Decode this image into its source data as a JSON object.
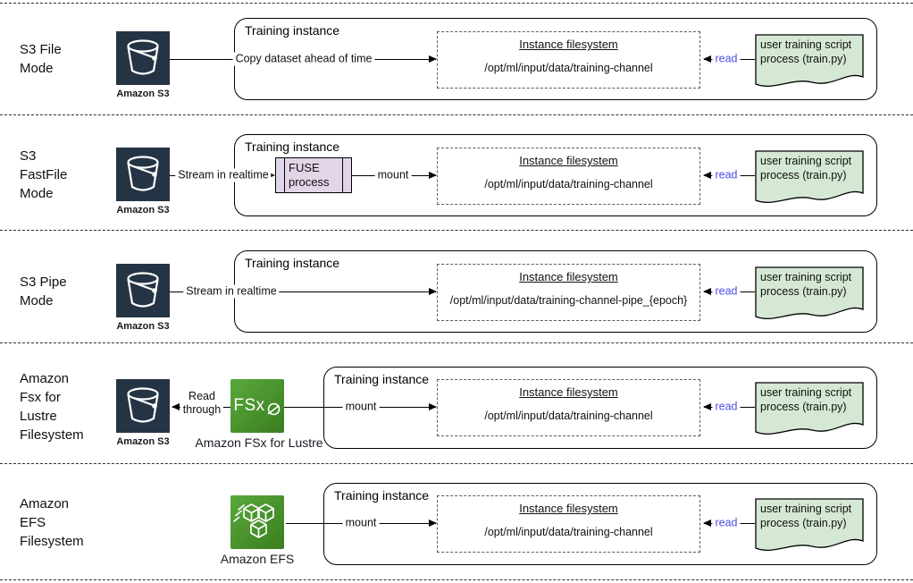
{
  "colors": {
    "s3_icon_bg": "#253444",
    "green_icon_start": "#5aa93c",
    "green_icon_end": "#3a7d20",
    "script_doc_fill": "#d5e8d4",
    "fuse_box_fill": "#e1d5e7",
    "read_label_text": "#4d4de8"
  },
  "rows": [
    {
      "label_lines": [
        "S3 File",
        "Mode"
      ],
      "s3_caption": "Amazon S3",
      "instance_title": "Training instance",
      "transfer_label": "Copy dataset ahead of time",
      "fs_title": "Instance filesystem",
      "fs_path": "/opt/ml/input/data/training-channel",
      "read_label": "read",
      "script_lines": [
        "user training script",
        "process (train.py)"
      ]
    },
    {
      "label_lines": [
        "S3",
        "FastFile",
        "Mode"
      ],
      "s3_caption": "Amazon S3",
      "instance_title": "Training instance",
      "transfer_label": "Stream in realtime",
      "fuse_lines": [
        "FUSE",
        "process"
      ],
      "mount_label": "mount",
      "fs_title": "Instance filesystem",
      "fs_path": "/opt/ml/input/data/training-channel",
      "read_label": "read",
      "script_lines": [
        "user training script",
        "process (train.py)"
      ]
    },
    {
      "label_lines": [
        "S3 Pipe",
        "Mode"
      ],
      "s3_caption": "Amazon S3",
      "instance_title": "Training instance",
      "transfer_label": "Stream in realtime",
      "fs_title": "Instance filesystem",
      "fs_path": "/opt/ml/input/data/training-channel-pipe_{epoch}",
      "read_label": "read",
      "script_lines": [
        "user training script",
        "process (train.py)"
      ]
    },
    {
      "label_lines": [
        "Amazon",
        "Fsx for",
        "Lustre",
        "Filesystem"
      ],
      "s3_caption": "Amazon S3",
      "read_through_lines": [
        "Read",
        "through"
      ],
      "fsx_icon_text": "FSx",
      "fsx_caption": "Amazon FSx for Lustre",
      "instance_title": "Training instance",
      "mount_label": "mount",
      "fs_title": "Instance filesystem",
      "fs_path": "/opt/ml/input/data/training-channel",
      "read_label": "read",
      "script_lines": [
        "user training script",
        "process (train.py)"
      ]
    },
    {
      "label_lines": [
        "Amazon",
        "EFS",
        "Filesystem"
      ],
      "efs_caption": "Amazon EFS",
      "instance_title": "Training instance",
      "mount_label": "mount",
      "fs_title": "Instance filesystem",
      "fs_path": "/opt/ml/input/data/training-channel",
      "read_label": "read",
      "script_lines": [
        "user training script",
        "process (train.py)"
      ]
    }
  ]
}
